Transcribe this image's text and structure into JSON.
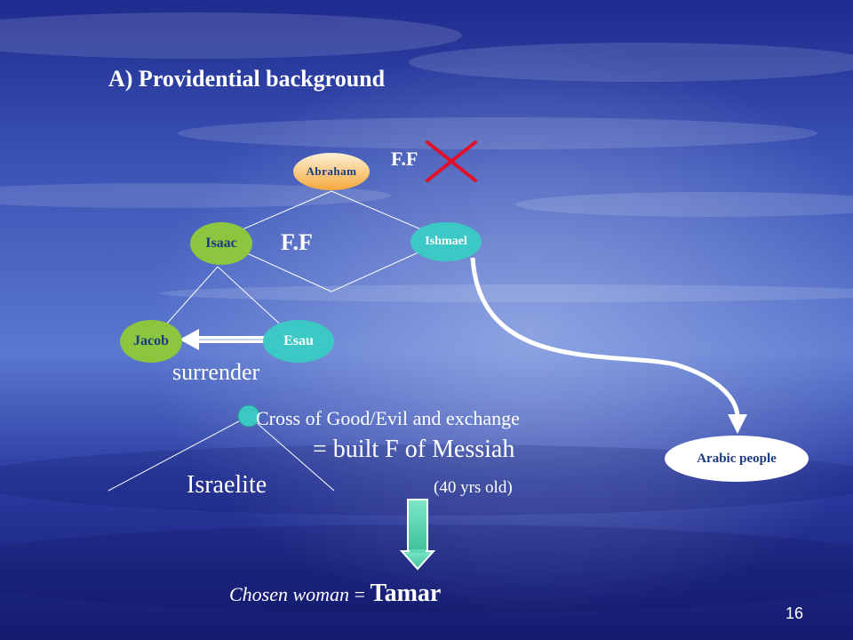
{
  "slide": {
    "title": "A) Providential background",
    "page_number": "16"
  },
  "nodes": {
    "abraham": "Abraham",
    "isaac": "Isaac",
    "ishmael": "Ishmael",
    "jacob": "Jacob",
    "esau": "Esau",
    "arabic": "Arabic people"
  },
  "labels": {
    "ff_top": "F.F",
    "ff_middle": "F.F",
    "surrender": "surrender",
    "cross": "Cross of Good/Evil and exchange",
    "messiah": "= built F of Messiah",
    "israelite": "Israelite",
    "age": "(40 yrs old)",
    "chosen_prefix": "Chosen woman",
    "chosen_equals": " = ",
    "chosen_name": "Tamar"
  },
  "colors": {
    "abraham_fill": "#f6b85a",
    "green_node": "#8cc63f",
    "teal_node": "#3cc9c5",
    "arabic_fill": "#ffffff",
    "cross_mark": "#e0102a",
    "down_arrow": "#5fd6b0",
    "node_text_dark": "#1a3a80"
  },
  "icons": {
    "cross_mark": "red-x-icon",
    "down_arrow": "down-arrow-icon",
    "left_arrow": "left-arrow-icon",
    "circle": "teal-circle-icon"
  }
}
